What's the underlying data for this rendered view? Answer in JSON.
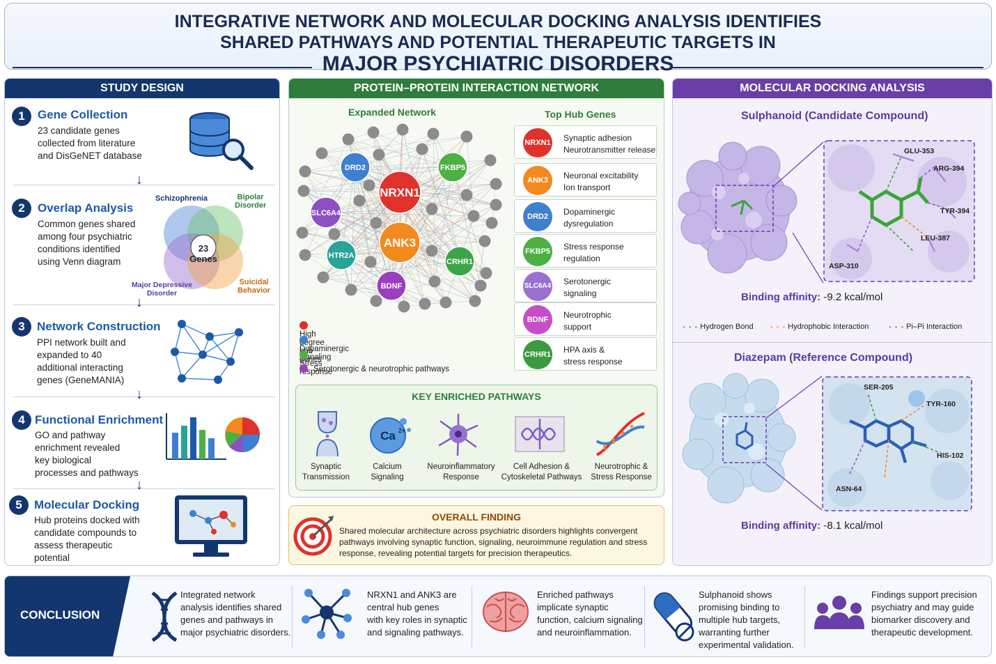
{
  "title": {
    "line1": "INTEGRATIVE NETWORK AND MOLECULAR DOCKING ANALYSIS IDENTIFIES",
    "line2": "SHARED PATHWAYS AND POTENTIAL THERAPEUTIC TARGETS IN",
    "line3": "MAJOR PSYCHIATRIC DISORDERS"
  },
  "study": {
    "header": "STUDY DESIGN",
    "steps": [
      {
        "num": "1",
        "title": "Gene Collection",
        "text": [
          "23 candidate genes",
          "collected from literature",
          "and DisGeNET database"
        ]
      },
      {
        "num": "2",
        "title": "Overlap Analysis",
        "text": [
          "Common genes shared",
          "among four psychiatric",
          "conditions identified",
          "using Venn diagram"
        ]
      },
      {
        "num": "3",
        "title": "Network Construction",
        "text": [
          "PPI network built and",
          "expanded to 40",
          "additional interacting",
          "genes (GeneMANIA)"
        ]
      },
      {
        "num": "4",
        "title": "Functional Enrichment",
        "text": [
          "GO and pathway",
          "enrichment revealed",
          "key biological",
          "processes and pathways"
        ]
      },
      {
        "num": "5",
        "title": "Molecular Docking",
        "text": [
          "Hub proteins docked with",
          "candidate compounds to",
          "assess therapeutic",
          "potential"
        ]
      }
    ],
    "venn": {
      "schizophrenia": "Schizophrenia",
      "bipolar": [
        "Bipolar",
        "Disorder"
      ],
      "mdd": [
        "Major Depressive",
        "Disorder"
      ],
      "suicidal": [
        "Suicidal",
        "Behavior"
      ],
      "center": [
        "23",
        "Genes"
      ]
    },
    "colors": {
      "venn": [
        "#4f86d9",
        "#6cc36a",
        "#9b6fd1",
        "#f0a24a"
      ]
    }
  },
  "ppi": {
    "header": "PROTEIN–PROTEIN INTERACTION NETWORK",
    "expanded_title": "Expanded Network",
    "hub_title": "Top Hub Genes",
    "nodes": [
      {
        "label": "NRXN1",
        "color": "#e0322b"
      },
      {
        "label": "ANK3",
        "color": "#f28a1e"
      },
      {
        "label": "DRD2",
        "color": "#3f7fcf"
      },
      {
        "label": "FKBP5",
        "color": "#4cb043"
      },
      {
        "label": "SLC6A4",
        "color": "#8e4fc2"
      },
      {
        "label": "HTR2A",
        "color": "#2aa39a"
      },
      {
        "label": "CRHR1",
        "color": "#3ca548"
      },
      {
        "label": "BDNF",
        "color": "#9a3fbf"
      }
    ],
    "hubs": [
      {
        "gene": "NRXN1",
        "color": "#e0322b",
        "text": [
          "Synaptic adhesion",
          "Neurotransmitter release"
        ]
      },
      {
        "gene": "ANK3",
        "color": "#f28a1e",
        "text": [
          "Neuronal excitability",
          "Ion transport"
        ]
      },
      {
        "gene": "DRD2",
        "color": "#3f7fcf",
        "text": [
          "Dopaminergic",
          "dysregulation"
        ]
      },
      {
        "gene": "FKBP5",
        "color": "#4cb043",
        "text": [
          "Stress response",
          "regulation"
        ]
      },
      {
        "gene": "SLC6A4",
        "color": "#9a70cf",
        "text": [
          "Serotonergic",
          "signaling"
        ]
      },
      {
        "gene": "BDNF",
        "color": "#c44fc7",
        "text": [
          "Neurotrophic",
          "support"
        ]
      },
      {
        "gene": "CRHR1",
        "color": "#3a9a3f",
        "text": [
          "HPA axis &",
          "stress response"
        ]
      }
    ],
    "legend": [
      {
        "label": "High degree hub genes",
        "color": "#e0322b"
      },
      {
        "label": "Dopaminergic signaling",
        "color": "#3f7fcf"
      },
      {
        "label": "Stress response",
        "color": "#4cb043"
      },
      {
        "label": "Serotonergic & neurotrophic pathways",
        "color": "#9a3fbf"
      }
    ],
    "pathways_title": "KEY ENRICHED PATHWAYS",
    "pathways": [
      {
        "label": [
          "Synaptic",
          "Transmission"
        ],
        "icon": "synapse-icon"
      },
      {
        "label": [
          "Calcium",
          "Signaling"
        ],
        "icon": "calcium-icon",
        "glyph": "Ca"
      },
      {
        "label": [
          "Neuroinflammatory",
          "Response"
        ],
        "icon": "microglia-icon"
      },
      {
        "label": [
          "Cell Adhesion &",
          "Cytoskeletal Pathways"
        ],
        "icon": "cell-adhesion-icon"
      },
      {
        "label": [
          "Neurotrophic &",
          "Stress Response"
        ],
        "icon": "dna-icon"
      }
    ]
  },
  "finding": {
    "title": "OVERALL FINDING",
    "text": [
      "Shared molecular architecture across psychiatric disorders highlights convergent",
      "pathways involving synaptic function, signaling, neuroimmune regulation and stress",
      "response, revealing potential targets for precision therapeutics."
    ]
  },
  "dock": {
    "header": "MOLECULAR DOCKING ANALYSIS",
    "compound1": "Sulphanoid (Candidate Compound)",
    "residues1": [
      "GLU-353",
      "ARG-394",
      "TYR-394",
      "LEU-387",
      "ASP-310"
    ],
    "affinity_label": "Binding affinity:",
    "affinity1": "-9.2 kcal/mol",
    "legend": [
      {
        "label": "Hydrogen Bond",
        "color": "#3aa53a"
      },
      {
        "label": "Hydrophobic Interaction",
        "color": "#f08a2a"
      },
      {
        "label": "Pi–Pi Interaction",
        "color": "#9a4fd0"
      }
    ],
    "compound2": "Diazepam (Reference Compound)",
    "residues2": [
      "SER-205",
      "TYR-160",
      "HIS-102",
      "ASN-64"
    ],
    "affinity2": "-8.1 kcal/mol"
  },
  "conclusion": {
    "label": "CONCLUSION",
    "items": [
      {
        "icon": "dna-icon",
        "text": [
          "Integrated network",
          "analysis identifies shared",
          "genes and pathways in",
          "major psychiatric disorders."
        ]
      },
      {
        "icon": "network-icon",
        "text": [
          "NRXN1 and ANK3 are",
          "central hub genes",
          "with key roles in synaptic",
          "and signaling pathways."
        ]
      },
      {
        "icon": "brain-icon",
        "text": [
          "Enriched pathways",
          "implicate synaptic",
          "function, calcium signaling",
          "and neuroinflammation."
        ]
      },
      {
        "icon": "capsule-icon",
        "text": [
          "Sulphanoid shows",
          "promising binding to",
          "multiple hub targets,",
          "warranting further",
          "experimental validation."
        ]
      },
      {
        "icon": "people-icon",
        "text": [
          "Findings support precision",
          "psychiatry and may guide",
          "biomarker discovery and",
          "therapeutic development."
        ]
      }
    ]
  }
}
